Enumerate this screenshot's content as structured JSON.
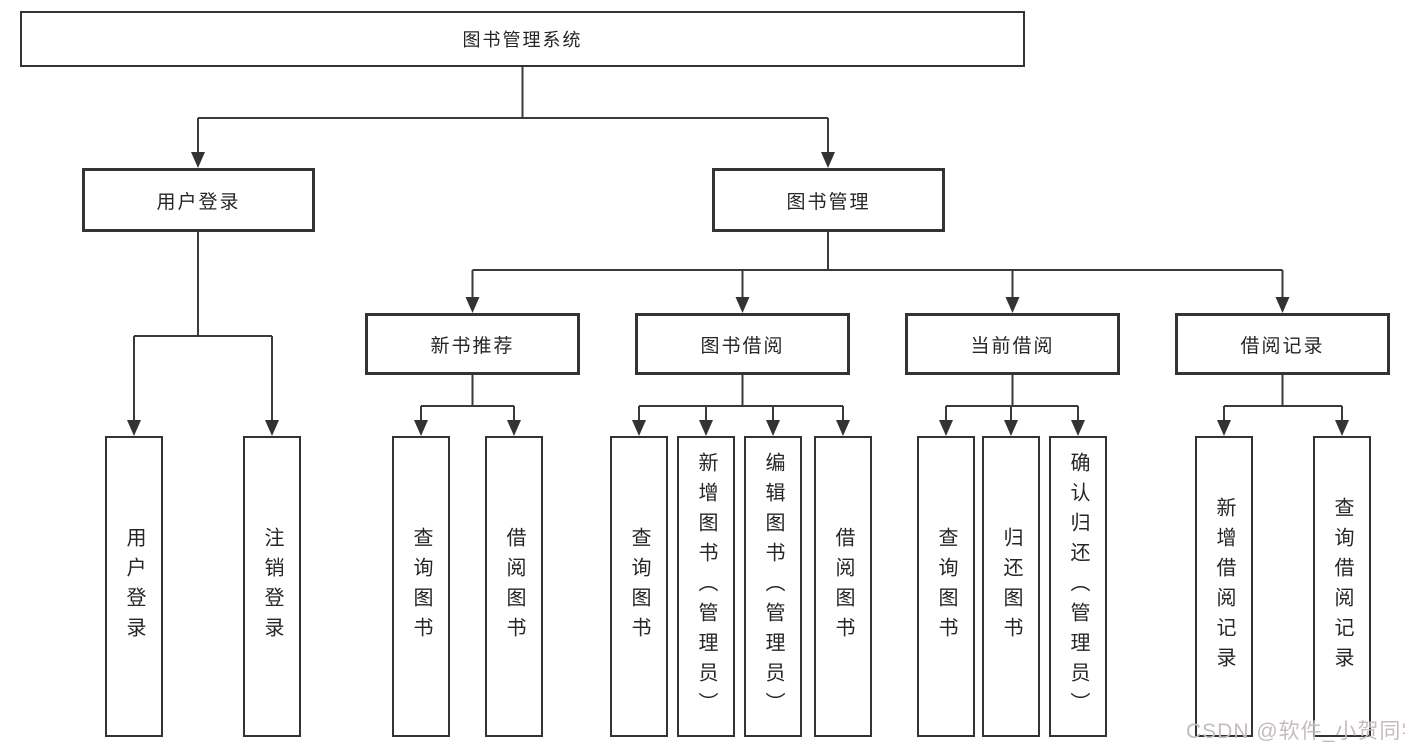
{
  "tree": {
    "root": "图书管理系统",
    "branches": [
      {
        "label": "用户登录",
        "leaves": [
          "用户登录",
          "注销登录"
        ]
      },
      {
        "label": "图书管理",
        "groups": [
          {
            "label": "新书推荐",
            "leaves": [
              "查询图书",
              "借阅图书"
            ]
          },
          {
            "label": "图书借阅",
            "leaves": [
              "查询图书",
              "新增图书（管理员）",
              "编辑图书（管理员）",
              "借阅图书"
            ]
          },
          {
            "label": "当前借阅",
            "leaves": [
              "查询图书",
              "归还图书",
              "确认归还（管理员）"
            ]
          },
          {
            "label": "借阅记录",
            "leaves": [
              "新增借阅记录",
              "查询借阅记录"
            ]
          }
        ]
      }
    ]
  },
  "watermark": "CSDN @软件_小贺同学",
  "colors": {
    "line": "#3a3a3a",
    "box_border": "#333333",
    "text": "#262626",
    "watermark": "#c5bcbc",
    "background": "#ffffff"
  }
}
